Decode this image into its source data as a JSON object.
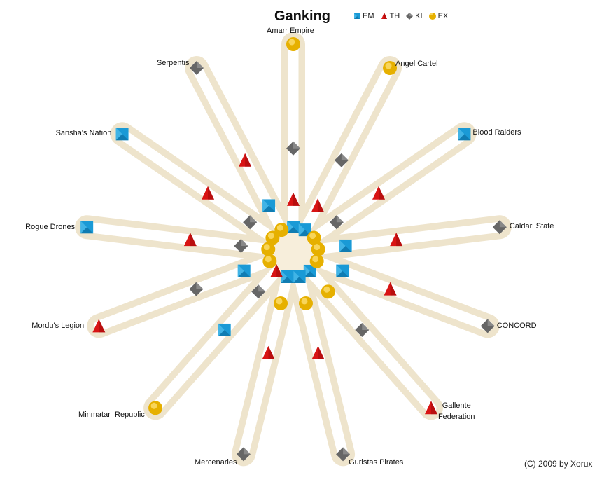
{
  "chart_data": {
    "type": "radar",
    "title": "Ganking",
    "axis_range": [
      0,
      100
    ],
    "categories": [
      "Amarr Empire",
      "Angel Cartel",
      "Blood Raiders",
      "Caldari State",
      "CONCORD",
      "Gallente\nFederation",
      "Guristas Pirates",
      "Mercenaries",
      "Minmatar  Republic",
      "Mordu's Legion",
      "Rogue Drones",
      "Sansha's Nation",
      "Serpentis"
    ],
    "series": [
      {
        "name": "EM",
        "marker": "square",
        "color": "#1a9ad6",
        "values": [
          0,
          0,
          100,
          15,
          15,
          0,
          0,
          0,
          43,
          15,
          100,
          100,
          15
        ]
      },
      {
        "name": "TH",
        "marker": "triangle",
        "color": "#d81414",
        "values": [
          15,
          15,
          43,
          43,
          43,
          100,
          43,
          43,
          0,
          100,
          43,
          43,
          43
        ]
      },
      {
        "name": "KI",
        "marker": "diamond",
        "color": "#666666",
        "values": [
          43,
          43,
          15,
          100,
          100,
          43,
          100,
          100,
          15,
          43,
          15,
          15,
          100
        ]
      },
      {
        "name": "EX",
        "marker": "circle",
        "color": "#e6b000",
        "values": [
          100,
          100,
          0,
          0,
          0,
          15,
          15,
          15,
          100,
          0,
          0,
          0,
          0
        ]
      }
    ],
    "legend_position": "top-right"
  },
  "footer": {
    "copyright": "(C) 2009 by Xorux"
  }
}
